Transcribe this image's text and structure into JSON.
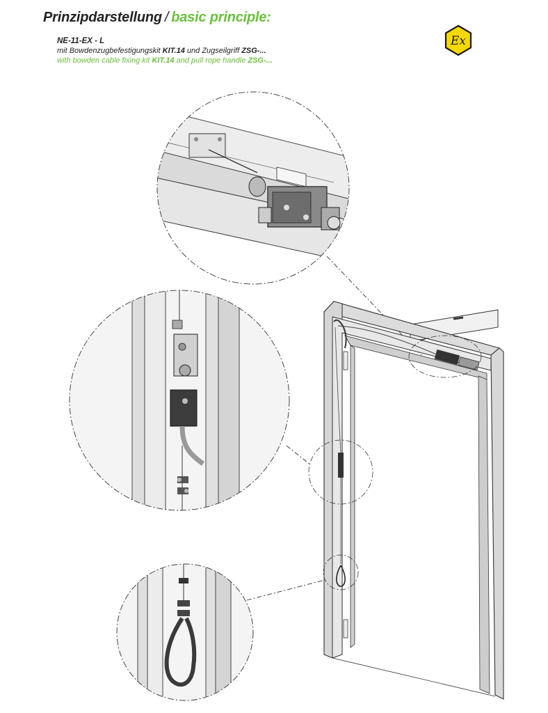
{
  "header": {
    "title_de": "Prinzipdarstellung",
    "separator": "/",
    "title_en": "basic principle:"
  },
  "product": {
    "model": "NE-11-EX - L",
    "desc_de_prefix": "mit Bowdenzugbefestigungskit ",
    "desc_de_kit": "KIT.14",
    "desc_de_mid": " und Zugseilgriff ",
    "desc_de_handle": "ZSG-...",
    "desc_en_prefix": "with bowden cable fixing kit ",
    "desc_en_kit": "KIT.14",
    "desc_en_mid": " and pull rope handle ",
    "desc_en_handle": "ZSG-..."
  },
  "ex_mark": {
    "label": "Ex",
    "fill_color": "#f5d800",
    "stroke_color": "#1a1a1a"
  },
  "colors": {
    "accent_green": "#6abf3c",
    "text_dark": "#222222"
  }
}
